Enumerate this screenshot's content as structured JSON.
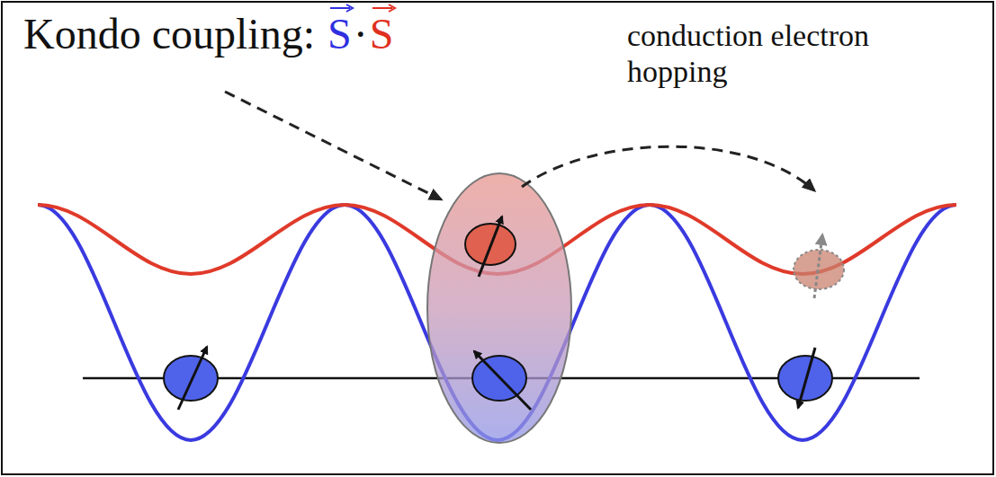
{
  "diagram": {
    "labels": [
      "Kondo coupling:",
      "S",
      "·",
      "S",
      "conduction electron hopping"
    ]
  }
}
